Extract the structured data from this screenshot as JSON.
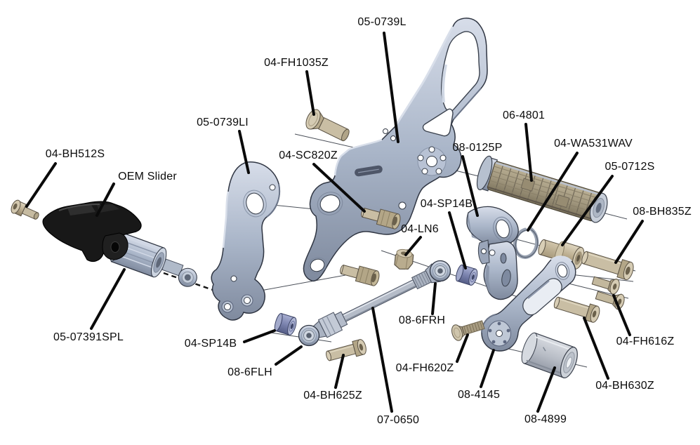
{
  "figure": {
    "type": "exploded-parts-diagram",
    "background": "#ffffff",
    "colors": {
      "aluminum": "#a9b5c9",
      "fastener_tan": "#c9bea4",
      "steel_gray": "#c2c8d0",
      "spacer_blue": "#7b83ae",
      "black_part": "#181818",
      "line": "#000000"
    },
    "labels": [
      {
        "id": "main-bracket",
        "text": "05-0739L"
      },
      {
        "id": "flathead-1035",
        "text": "04-FH1035Z"
      },
      {
        "id": "inner-bracket",
        "text": "05-0739LI"
      },
      {
        "id": "bolt-512",
        "text": "04-BH512S"
      },
      {
        "id": "oem-slider",
        "text": "OEM Slider"
      },
      {
        "id": "screw-820",
        "text": "04-SC820Z"
      },
      {
        "id": "footpeg",
        "text": "06-4801"
      },
      {
        "id": "pedal-bracket",
        "text": "08-0125P"
      },
      {
        "id": "wave-washer",
        "text": "04-WA531WAV"
      },
      {
        "id": "spacer-0712",
        "text": "05-0712S"
      },
      {
        "id": "bolt-835",
        "text": "08-BH835Z"
      },
      {
        "id": "spacer-14b-upper",
        "text": "04-SP14B"
      },
      {
        "id": "locknut",
        "text": "04-LN6"
      },
      {
        "id": "rodend-right",
        "text": "08-6FRH"
      },
      {
        "id": "screw-620",
        "text": "04-FH620Z"
      },
      {
        "id": "shift-arm",
        "text": "08-4145"
      },
      {
        "id": "barrel-spacer",
        "text": "08-4899"
      },
      {
        "id": "bolt-630",
        "text": "04-BH630Z"
      },
      {
        "id": "screw-616",
        "text": "04-FH616Z"
      },
      {
        "id": "spline-adapter",
        "text": "05-07391SPL"
      },
      {
        "id": "spacer-14b-lower",
        "text": "04-SP14B"
      },
      {
        "id": "rodend-left",
        "text": "08-6FLH"
      },
      {
        "id": "bolt-625",
        "text": "04-BH625Z"
      },
      {
        "id": "shift-rod",
        "text": "07-0650"
      }
    ]
  }
}
